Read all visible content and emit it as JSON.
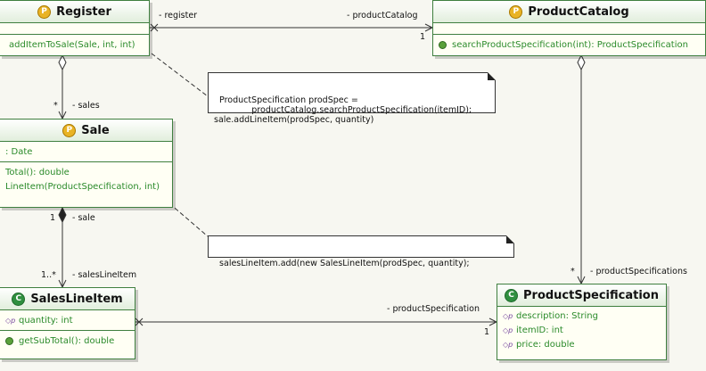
{
  "classes": {
    "register": {
      "name": "Register",
      "operations": [
        "addItemToSale(Sale, int, int)"
      ]
    },
    "product_catalog": {
      "name": "ProductCatalog",
      "operations": [
        "searchProductSpecification(int): ProductSpecification"
      ]
    },
    "sale": {
      "name": "Sale",
      "attributes": [
        ": Date"
      ],
      "operations": [
        "Total(): double",
        "LineItem(ProductSpecification, int)"
      ]
    },
    "sales_line_item": {
      "name": "SalesLineItem",
      "attributes": [
        "quantity: int"
      ],
      "operations": [
        "getSubTotal(): double"
      ]
    },
    "product_specification": {
      "name": "ProductSpecification",
      "attributes": [
        "description: String",
        "itemID: int",
        "price: double"
      ]
    }
  },
  "notes": {
    "register_note": "ProductSpecification prodSpec =\n              productCatalog.searchProductSpecification(itemID);\nsale.addLineItem(prodSpec, quantity)",
    "sale_note": "salesLineItem.add(new SalesLineItem(prodSpec, quantity);"
  },
  "associations": {
    "register_catalog": {
      "source_role": "- register",
      "target_role": "- productCatalog",
      "target_mult": "1"
    },
    "register_sale": {
      "role": "- sales",
      "mult": "*"
    },
    "sale_lineitem": {
      "source_mult": "1",
      "role": "- sale",
      "target_mult": "1..*",
      "target_role": "- salesLineItem"
    },
    "catalog_spec": {
      "mult": "*",
      "role": "- productSpecifications"
    },
    "lineitem_spec": {
      "role": "- productSpecification",
      "mult": "1"
    }
  },
  "icons": {
    "class_header": "class-c-icon",
    "entity_header": "entity-p-icon",
    "operation": "public-operation-dot-icon",
    "field": "field-icon"
  },
  "colors": {
    "border": "#3f7f3f",
    "member_text": "#2a8a2a",
    "background": "#f7f7f1"
  }
}
